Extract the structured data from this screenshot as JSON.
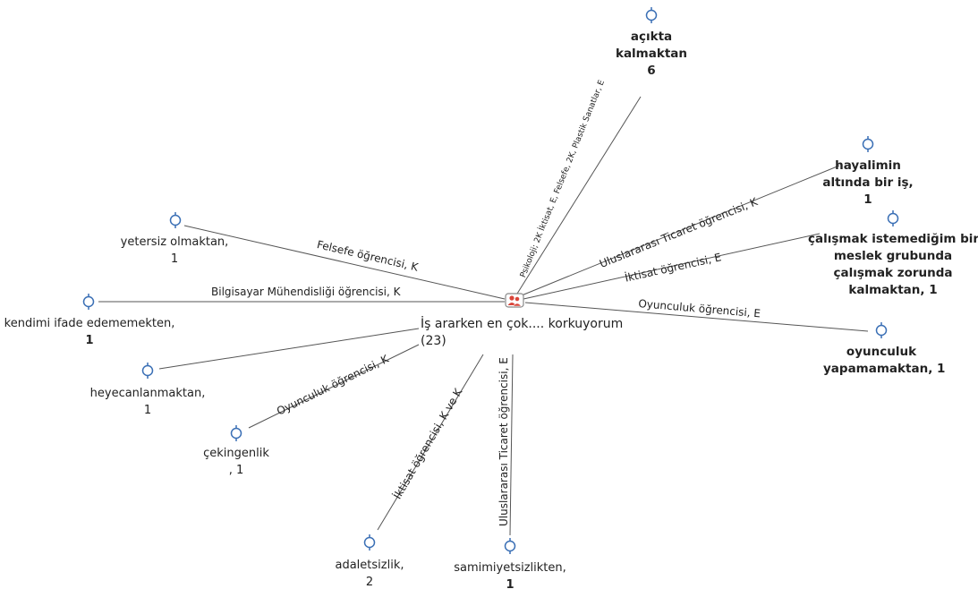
{
  "center": {
    "title": "İş ararken en çok.... korkuyorum",
    "count": "(23)",
    "icon": "people-group-icon"
  },
  "colors": {
    "line": "#555555",
    "node": "#3a6fb5",
    "hub_border": "#888888",
    "hub_icon": "#d9453a"
  },
  "nodes": {
    "acikta": {
      "lines": [
        "açıkta",
        "kalmaktan",
        "6"
      ]
    },
    "hayal": {
      "lines": [
        "hayalimin",
        "altında bir iş,",
        "1"
      ]
    },
    "calismak": {
      "lines": [
        "çalışmak istemediğim bir",
        "meslek grubunda",
        "çalışmak zorunda",
        "kalmaktan, 1"
      ]
    },
    "oyunculuk": {
      "lines": [
        "oyunculuk",
        "yapamamaktan, 1"
      ]
    },
    "samimiyet": {
      "lines": [
        "samimiyetsizlikten,",
        "1"
      ]
    },
    "adalet": {
      "lines": [
        "adaletsizlik,",
        "2"
      ]
    },
    "cekingen": {
      "lines": [
        "çekingenlik",
        ", 1"
      ]
    },
    "heyecan": {
      "lines": [
        "heyecanlanmaktan,",
        "1"
      ]
    },
    "ifade": {
      "lines": [
        "kendimi ifade edememekten,",
        "1"
      ]
    },
    "yetersiz": {
      "lines": [
        "yetersiz olmaktan,",
        "1"
      ]
    }
  },
  "edges": {
    "acikta": "Psikoloji; 2K İktisat, E, Felsefe, 2K, Plastik Sanatlar, E",
    "hayal": "Uluslararası Ticaret öğrencisi, K",
    "calismak": "İktisat öğrencisi, E",
    "oyunculuk": "Oyunculuk öğrencisi, E",
    "samimiyet": "Uluslararası Ticaret öğrencisi, E",
    "adalet": "İktisat öğrencisi, K ve K",
    "cekingen": "Oyunculuk öğrencisi, K",
    "heyecan": "",
    "ifade": "Bilgisayar Mühendisliği öğrencisi, K",
    "yetersiz": "Felsefe öğrencisi, K"
  }
}
